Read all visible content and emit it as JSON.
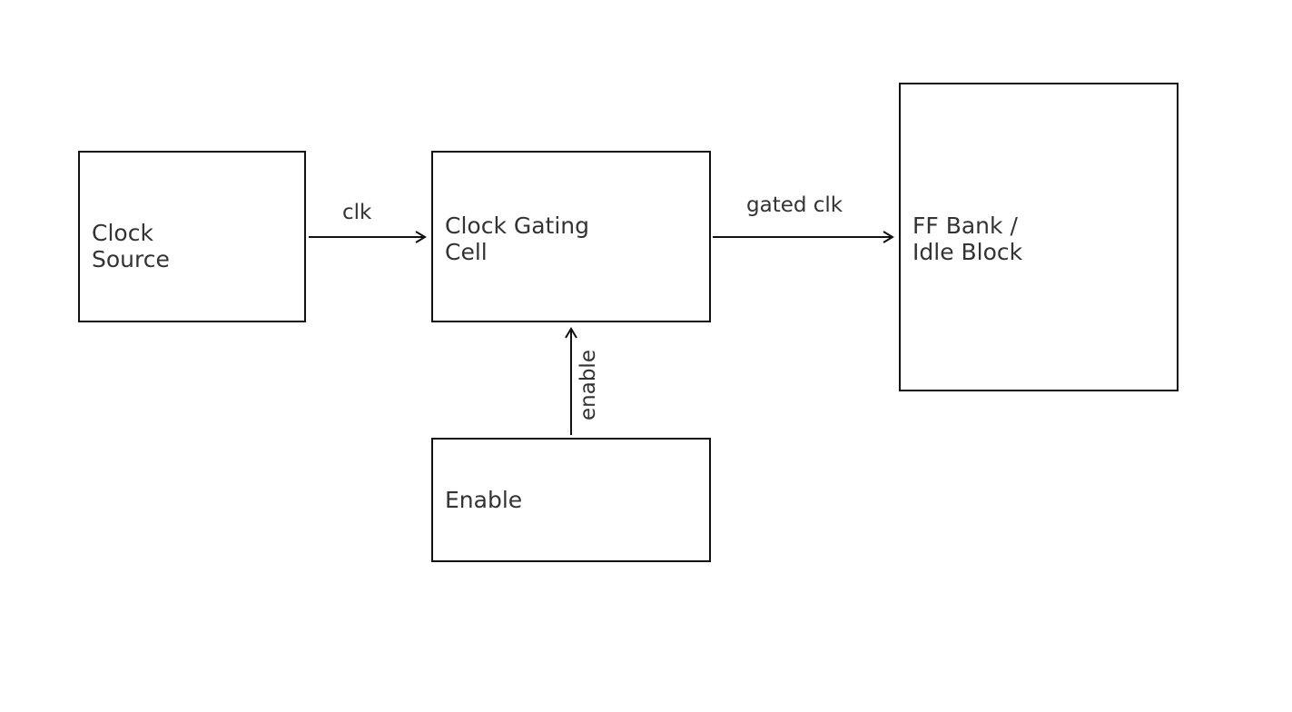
{
  "diagram": {
    "blocks": {
      "clock_source": "Clock\nSource",
      "gating_cell": "Clock Gating\nCell",
      "ff_bank": "FF Bank /\nIdle Block",
      "enable": "Enable"
    },
    "edges": {
      "clk": "clk",
      "gated_clk": "gated clk",
      "enable": "enable"
    },
    "colors": {
      "stroke": "#111111",
      "text": "#333333",
      "background": "#ffffff"
    }
  }
}
